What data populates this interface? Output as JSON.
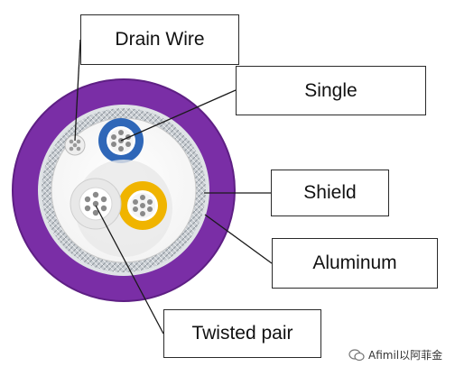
{
  "labels": {
    "drain_wire": "Drain Wire",
    "single": "Single",
    "shield": "Shield",
    "aluminum": "Aluminum",
    "twisted_pair": "Twisted pair"
  },
  "watermark": "Afimil以阿菲金",
  "colors": {
    "jacket": "#7a2ea6",
    "braid": "#b9bfc4",
    "single_conductor": "#2f67b8",
    "twisted_conductor_white": "#e6e6e6",
    "twisted_conductor_yellow": "#f0b400",
    "leader_line": "#1a1a1a"
  }
}
